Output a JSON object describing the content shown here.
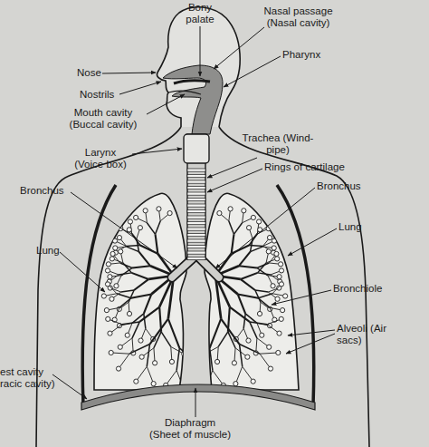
{
  "diagram": {
    "labels": [
      "Bony palate",
      "Nasal passage (Nasal cavity)",
      "Nose",
      "Pharynx",
      "Nostrils",
      "Mouth cavity (Buccal cavity)",
      "Larynx (Voice box)",
      "Trachea (Wind-pipe)",
      "Rings of cartilage",
      "Bronchus",
      "Bronchus",
      "Lung",
      "Lung",
      "Bronchiole",
      "Alveoli (Air sacs)",
      "est cavity racic cavity)",
      "Diaphragm (Sheet of muscle)"
    ]
  }
}
